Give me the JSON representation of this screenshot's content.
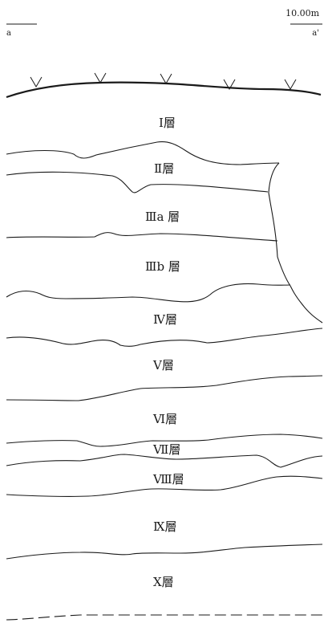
{
  "header": {
    "section_left_label": "a",
    "section_right_label": "a'",
    "scale_label": "10.00m"
  },
  "layers": [
    {
      "id": "l1",
      "label": "Ⅰ層"
    },
    {
      "id": "l2",
      "label": "Ⅱ層"
    },
    {
      "id": "l3a",
      "label": "Ⅲa 層"
    },
    {
      "id": "l3b",
      "label": "Ⅲb 層"
    },
    {
      "id": "l4",
      "label": "Ⅳ層"
    },
    {
      "id": "l5",
      "label": "Ⅴ層"
    },
    {
      "id": "l6",
      "label": "Ⅵ層"
    },
    {
      "id": "l7",
      "label": "Ⅶ層"
    },
    {
      "id": "l8",
      "label": "Ⅷ層"
    },
    {
      "id": "l9",
      "label": "Ⅸ層"
    },
    {
      "id": "l10",
      "label": "Ⅹ層"
    }
  ],
  "colors": {
    "line": "#1a1a1a",
    "background": "#ffffff"
  }
}
